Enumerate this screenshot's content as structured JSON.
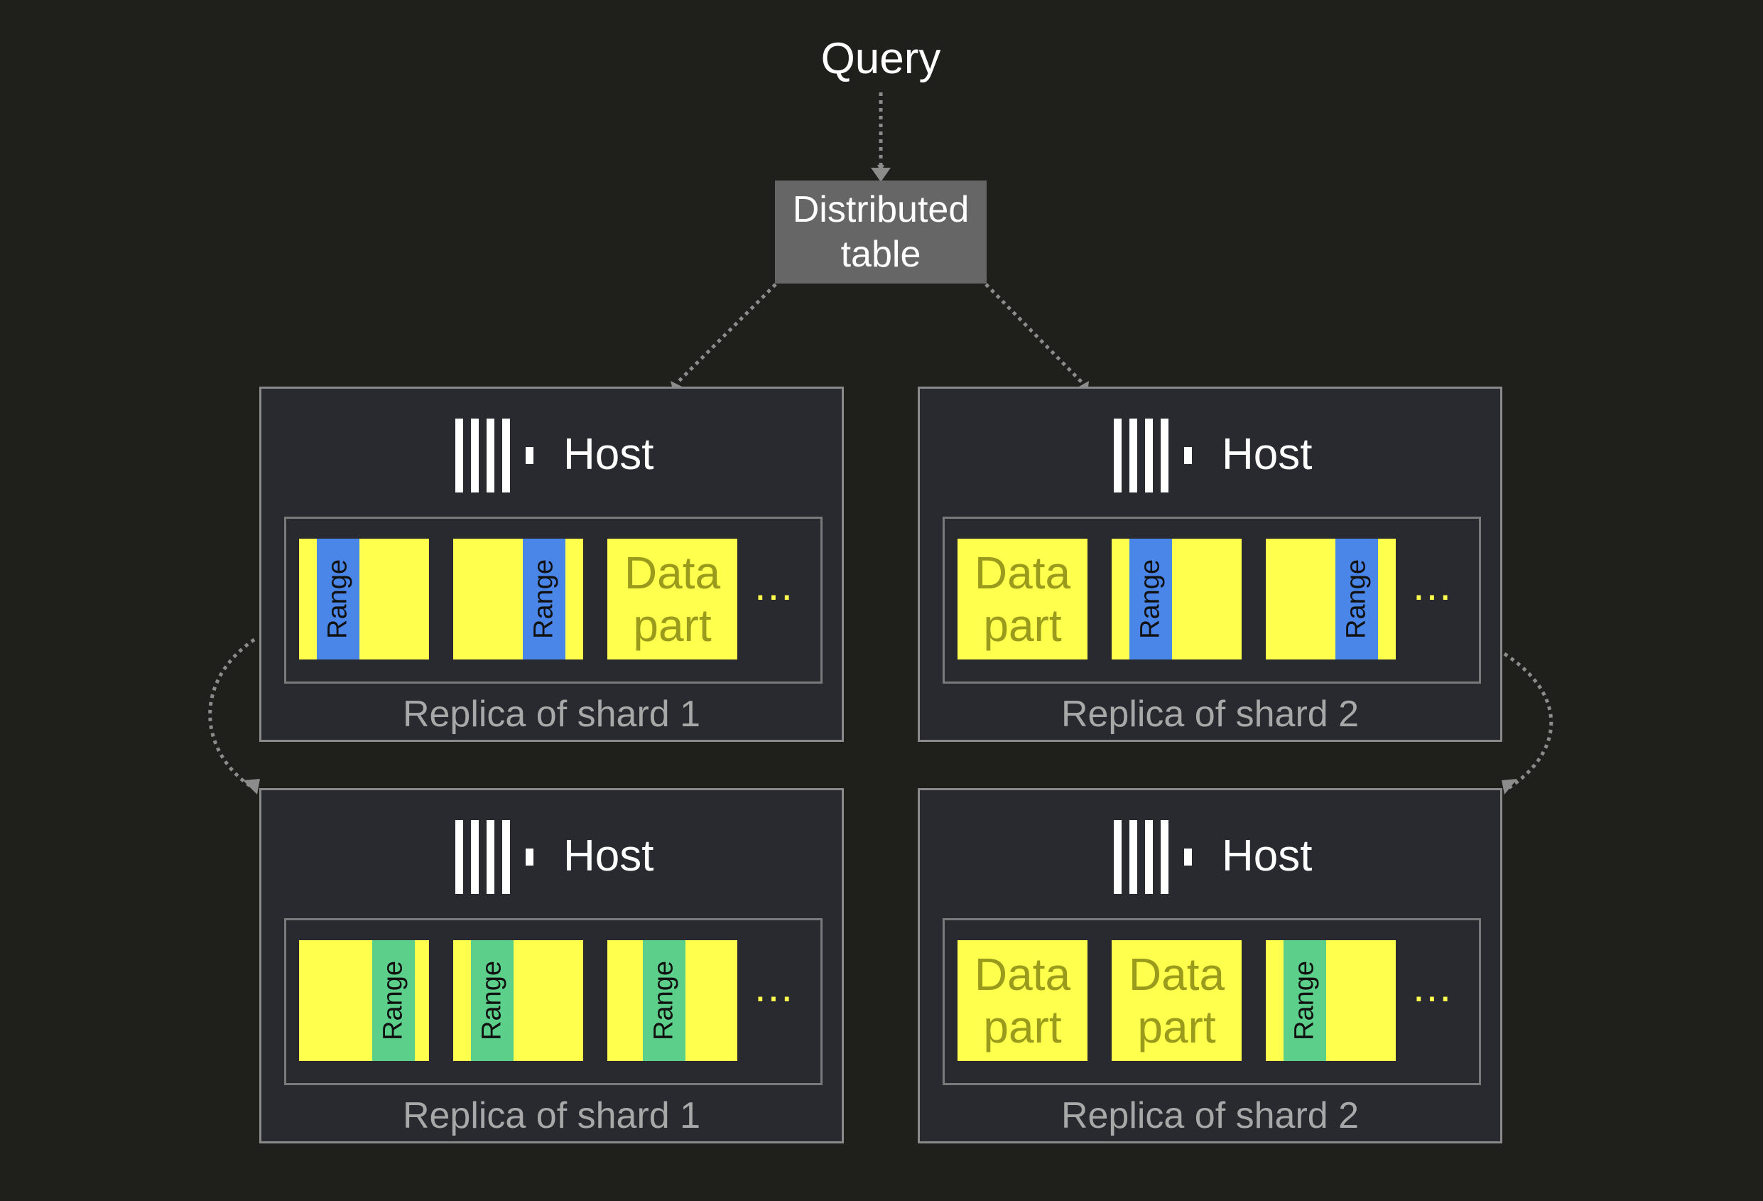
{
  "query_label": "Query",
  "distributed_table": {
    "line1": "Distributed",
    "line2": "table"
  },
  "colors": {
    "background": "#1f1f1c",
    "data_part": "#ffff4d",
    "data_part_text": "#9a9a1c",
    "range_blue": "#4a86e8",
    "range_green": "#5ccf8a",
    "box_bg": "#292a2f",
    "dist_bg": "#666666"
  },
  "hosts": [
    {
      "label": "Host",
      "replica": "Replica of shard 1",
      "ellipsis": "...",
      "parts": [
        {
          "type": "range",
          "label": "Range",
          "color": "#4a86e8",
          "range_pos": "left"
        },
        {
          "type": "range",
          "label": "Range",
          "color": "#4a86e8",
          "range_pos": "right"
        },
        {
          "type": "data",
          "line1": "Data",
          "line2": "part"
        }
      ]
    },
    {
      "label": "Host",
      "replica": "Replica of shard 2",
      "ellipsis": "...",
      "parts": [
        {
          "type": "data",
          "line1": "Data",
          "line2": "part"
        },
        {
          "type": "range",
          "label": "Range",
          "color": "#4a86e8",
          "range_pos": "left"
        },
        {
          "type": "range",
          "label": "Range",
          "color": "#4a86e8",
          "range_pos": "right"
        }
      ]
    },
    {
      "label": "Host",
      "replica": "Replica of shard 1",
      "ellipsis": "...",
      "parts": [
        {
          "type": "range",
          "label": "Range",
          "color": "#5ccf8a",
          "range_pos": "right"
        },
        {
          "type": "range",
          "label": "Range",
          "color": "#5ccf8a",
          "range_pos": "left"
        },
        {
          "type": "range",
          "label": "Range",
          "color": "#5ccf8a",
          "range_pos": "middle"
        }
      ]
    },
    {
      "label": "Host",
      "replica": "Replica of shard 2",
      "ellipsis": "...",
      "parts": [
        {
          "type": "data",
          "line1": "Data",
          "line2": "part"
        },
        {
          "type": "data",
          "line1": "Data",
          "line2": "part"
        },
        {
          "type": "range",
          "label": "Range",
          "color": "#5ccf8a",
          "range_pos": "left"
        }
      ]
    }
  ]
}
